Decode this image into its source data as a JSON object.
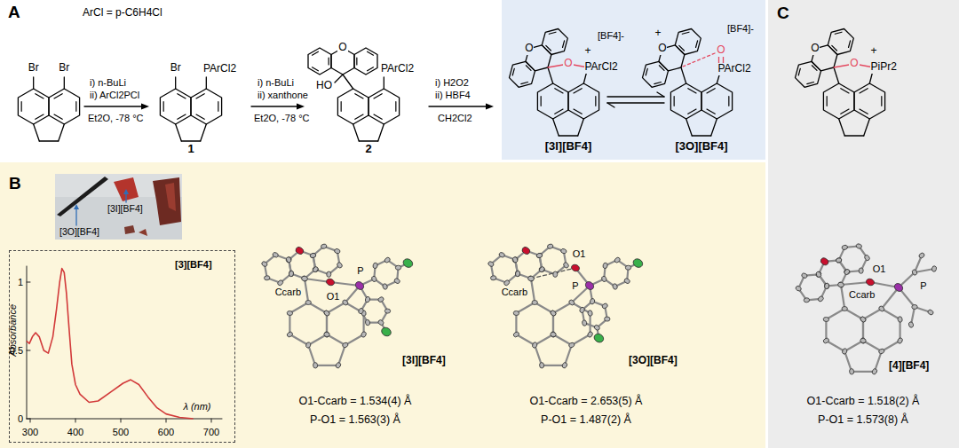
{
  "diagram": {
    "nodes": [
      {
        "text": [
          "[3I][BF4]",
          "[3O][BF4]"
        ]
      },
      {
        "text": [
          "B"
        ]
      },
      {
        "text": [
          "[3][BF4]"
        ],
        "in": 1
      },
      {
        "text": [
          "C"
        ]
      }
    ],
    "labels": [
      "A",
      "ArCl = p-C6H4Cl",
      "Br",
      "Br",
      "i) n-BuLi",
      "ii) ArCl2PCl",
      "Et2O, -78 °C",
      "Br",
      "PArCl2",
      "1",
      "i) n-BuLi",
      "ii) xanthone",
      "Et2O, -78 °C",
      "O",
      "HO",
      "PArCl2",
      "2",
      "i) H2O2",
      "ii) HBF4",
      "CH2Cl2",
      "O",
      "O",
      "[BF4]-",
      "+",
      "PArCl2",
      "+",
      "O",
      "[BF4]-",
      "O",
      "PArCl2",
      "[3I][BF4]",
      "[3O][BF4]",
      "Absorbance",
      "1",
      "0.5",
      "0",
      "300",
      "400",
      "500",
      "600",
      "700",
      "λ (nm)",
      "Ccarb",
      "O1",
      "P",
      "[3I][BF4]",
      "Ccarb",
      "O1",
      "P",
      "[3O][BF4]",
      "O1-Ccarb = 1.534(4) Å",
      "P-O1 = 1.563(3) Å",
      "O1-Ccarb = 2.653(5) Å",
      "P-O1 = 1.487(2) Å",
      "O",
      "O",
      "+",
      "PiPr2",
      "O1",
      "P",
      "Ccarb",
      "[4][BF4]",
      "O1-Ccarb = 1.518(2) Å",
      "P-O1 = 1.573(8) Å"
    ]
  }
}
